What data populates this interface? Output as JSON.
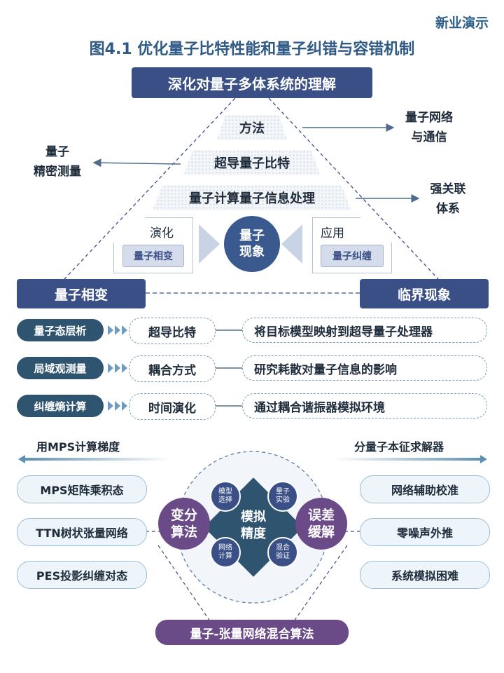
{
  "brand": "新业演示",
  "title": "图4.1 优化量子比特性能和量子纠错与容错机制",
  "pyramid": {
    "top": "深化对量子多体系统的理解",
    "layers": [
      "方法",
      "超导量子比特",
      "量子计算量子信息处理"
    ],
    "left_label_top": [
      "量子",
      "精密测量"
    ],
    "right_label_top": [
      "量子网络",
      "与通信"
    ],
    "right_label_mid": [
      "强关联",
      "体系"
    ],
    "left_area": {
      "title": "演化",
      "box": "量子相变"
    },
    "right_area": {
      "title": "应用",
      "box": "量子纠缠"
    },
    "center": [
      "量子",
      "现象"
    ],
    "bottom_left": "量子相变",
    "bottom_right": "临界现象"
  },
  "rows": [
    {
      "tag": "量子态层析",
      "mid": "超导比特",
      "right": "将目标模型映射到超导量子处理器"
    },
    {
      "tag": "局域观测量",
      "mid": "耦合方式",
      "right": "研究耗散对量子信息的影响"
    },
    {
      "tag": "纠缠熵计算",
      "mid": "时间演化",
      "right": "通过耦合谐振器模拟环境"
    }
  ],
  "left_section": {
    "title": "用MPS计算梯度",
    "items": [
      "MPS矩阵乘积态",
      "TTN树状张量网络",
      "PES投影纠缠对态"
    ]
  },
  "right_section": {
    "title": "分量子本征求解器",
    "items": [
      "网络辅助校准",
      "零噪声外推",
      "系统模拟困难"
    ]
  },
  "hub": {
    "center": [
      "模拟",
      "精度"
    ],
    "left": [
      "变分",
      "算法"
    ],
    "right": [
      "误差",
      "缓解"
    ],
    "minis": [
      [
        "模型",
        "选择"
      ],
      [
        "量子",
        "实验"
      ],
      [
        "网络",
        "计算"
      ],
      [
        "混合",
        "验证"
      ]
    ]
  },
  "bottom": "量子-张量网络混合算法",
  "colors": {
    "navy": "#3a4f86",
    "teal": "#2f5470",
    "purple": "#6b4a88",
    "title": "#2f5a86"
  }
}
